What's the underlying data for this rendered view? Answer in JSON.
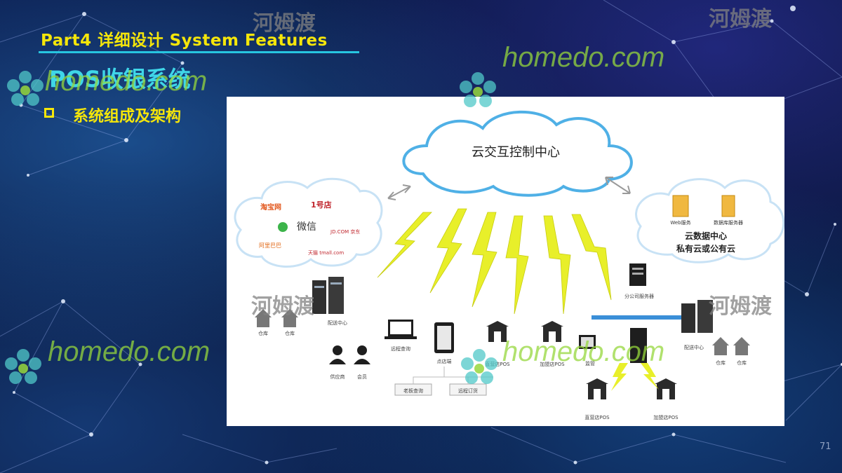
{
  "slide": {
    "header_title": "Part4 详细设计 System Features",
    "section_title": "POS收银系统",
    "bullet_text": "系统组成及架构",
    "page_number": "71"
  },
  "diagram": {
    "cloud_center_label": "云交互控制中心",
    "platform_logos": [
      "淘宝网",
      "1号店",
      "微信",
      "JD.COM 京东",
      "阿里巴巴",
      "天猫 tmall.com"
    ],
    "data_center": {
      "web_server_label": "Web服务",
      "db_server_label": "数据库服务器",
      "title": "云数据中心",
      "subtitle": "私有云或公有云"
    },
    "left_cluster": {
      "warehouse_1": "仓库",
      "warehouse_2": "仓库",
      "distribution_center": "配送中心"
    },
    "users": {
      "supplier": "供应商",
      "member": "会员",
      "remote_query": "远程查询",
      "store_side": "点店端",
      "boss_query": "老板查询",
      "remote_order": "远程订货",
      "direct_pos": "直营店POS",
      "franchise_pos": "加盟店POS",
      "supervision": "监管"
    },
    "right_cluster": {
      "branch_server": "分公司服务器",
      "distribution_center": "配送中心",
      "warehouse_1": "仓库",
      "warehouse_2": "仓库",
      "direct_pos": "直营店POS",
      "franchise_pos": "加盟店POS"
    }
  },
  "watermark": {
    "brand": "homedo.com",
    "brand_cn": "河姆渡"
  },
  "colors": {
    "header_yellow": "#f5e60a",
    "title_cyan": "#3fd6e8",
    "underline": "#27c5e0",
    "cloud_stroke": "#4fb0e6",
    "lightning": "#e8ef2a"
  }
}
